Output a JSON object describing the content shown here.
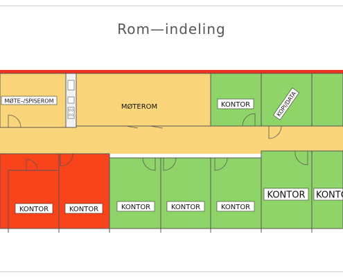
{
  "title": "Rom—indeling",
  "colors": {
    "meeting": "#fbd57a",
    "office_free": "#8fd469",
    "office_taken": "#f9441b",
    "corridor": "#fbd57a",
    "wall": "#555555",
    "red_strip": "#ee3322"
  },
  "rooms": {
    "mote_spiserom": "MØTE–/SPISEROM",
    "moterom": "MØTEROM",
    "kontor_top_1": "KONTOR",
    "kopi_data": "KOPI/DATA",
    "kontor_red_1": "KONTOR",
    "kontor_red_2": "KONTOR",
    "kontor_green_1": "KONTOR",
    "kontor_green_2": "KONTOR",
    "kontor_green_3": "KONTOR",
    "kontor_green_4": "KONTOR",
    "kontor_green_5": "KONTO"
  }
}
